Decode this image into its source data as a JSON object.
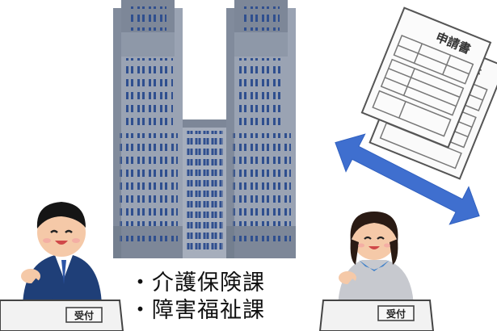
{
  "form_title": "申請書",
  "form_title_back": "書",
  "desk_sign": "受付",
  "departments": [
    "・介護保険課",
    "・障害福祉課"
  ],
  "colors": {
    "building": "#8e98a8",
    "building_dark": "#6e7888",
    "window": "#2f4f8f",
    "arrow": "#3f6fcf",
    "desk": "#f2f2f2",
    "desk_sign": "#f4f4f4"
  },
  "icons": [
    "building-icon",
    "double-arrow-icon",
    "form-icon",
    "clerk-male-icon",
    "clerk-female-icon",
    "reception-desk-icon"
  ]
}
